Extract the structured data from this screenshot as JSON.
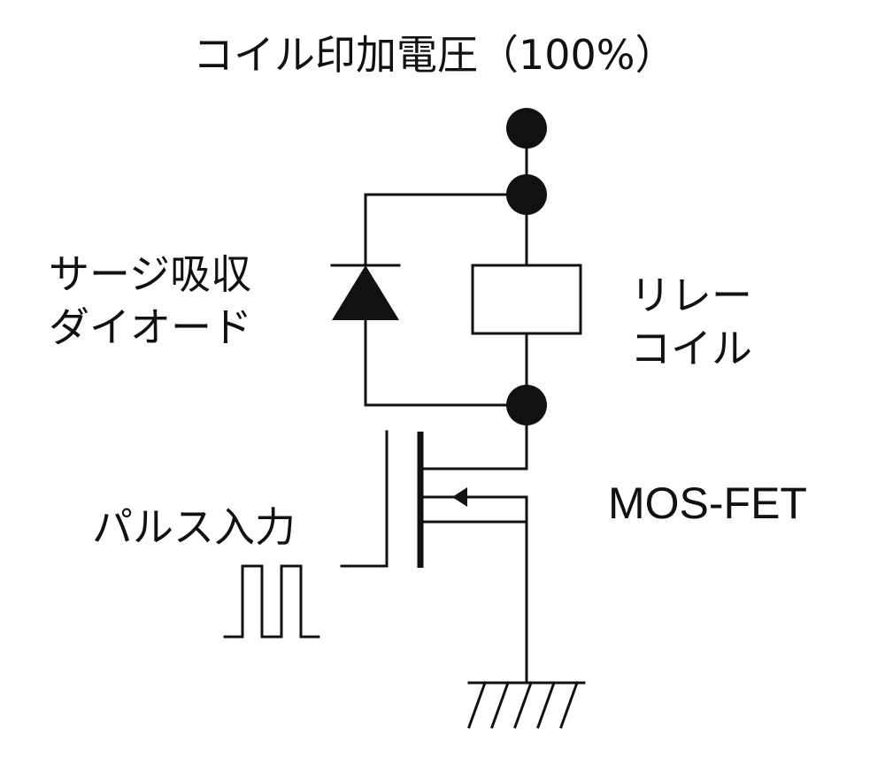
{
  "labels": {
    "title": "コイル印加電圧（100%）",
    "diode_line1": "サージ吸収",
    "diode_line2": "ダイオード",
    "coil_line1": "リレー",
    "coil_line2": "コイル",
    "mosfet": "MOS-FET",
    "pulse": "パルス入力"
  },
  "colors": {
    "ink": "#111111",
    "background": "#ffffff"
  },
  "components": [
    "supply-terminal",
    "surge-absorption-diode",
    "relay-coil",
    "mos-fet",
    "pulse-input",
    "ground"
  ]
}
